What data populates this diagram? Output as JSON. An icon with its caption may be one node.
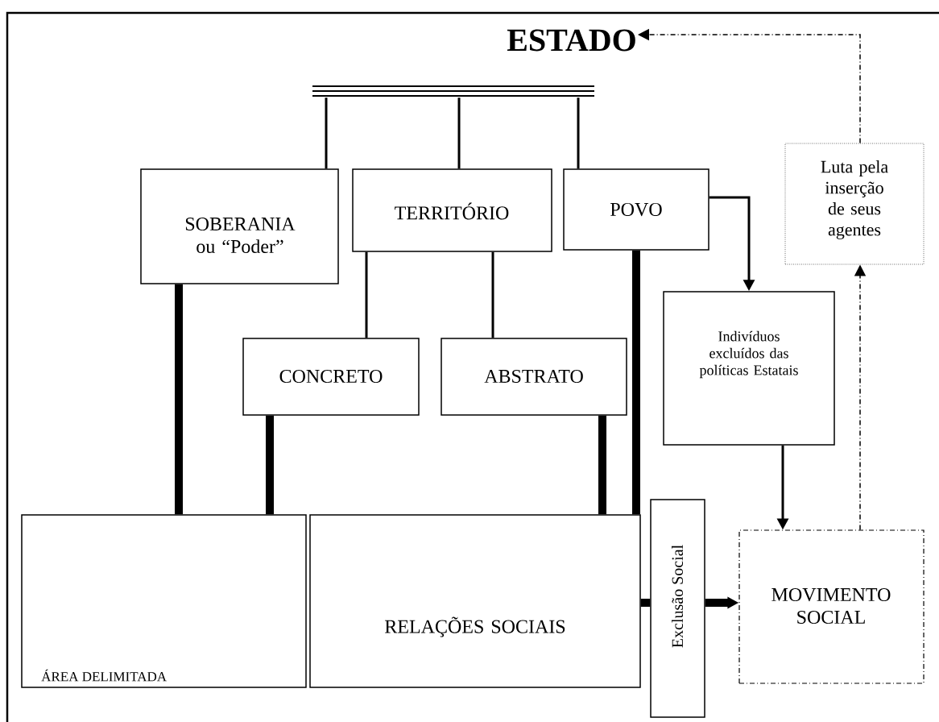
{
  "diagram": {
    "nodes": [
      {
        "text": [
          "ESTADO"
        ]
      },
      {
        "text": [],
        "shape": "bar"
      },
      {
        "text": [
          "SOBERANIA ou “Poder”"
        ]
      },
      {
        "text": [
          "TERRITÓRIO"
        ]
      },
      {
        "text": [
          "POVO"
        ]
      },
      {
        "text": [
          "Luta pela inserção de seus agentes"
        ]
      },
      {
        "text": [
          "Indivíduos excluídos das políticas Estatais"
        ]
      },
      {
        "text": [
          "CONCRETO"
        ]
      },
      {
        "text": [
          "ABSTRATO"
        ]
      },
      {
        "text": [
          "ÁREA DELIMITADA"
        ]
      },
      {
        "text": [
          "RELAÇÕES SOCIAIS"
        ]
      },
      {
        "text": [
          "Exclusão Social"
        ]
      },
      {
        "text": [
          "MOVIMENTO SOCIAL"
        ]
      }
    ],
    "edges": [
      {
        "from": 1,
        "to": 2,
        "arrow": "none"
      },
      {
        "from": 1,
        "to": 3,
        "arrow": "none"
      },
      {
        "from": 1,
        "to": 4,
        "arrow": "none"
      },
      {
        "from": 3,
        "to": 7,
        "arrow": "none"
      },
      {
        "from": 3,
        "to": 8,
        "arrow": "none"
      },
      {
        "from": 2,
        "to": 9,
        "arrow": "none",
        "style": "thick"
      },
      {
        "from": 7,
        "to": 9,
        "arrow": "none",
        "style": "thick"
      },
      {
        "from": 8,
        "to": 10,
        "arrow": "none",
        "style": "thick"
      },
      {
        "from": 4,
        "to": 10,
        "arrow": "none",
        "style": "thick"
      },
      {
        "from": 4,
        "to": 6,
        "arrow": "to"
      },
      {
        "from": 6,
        "to": 12,
        "arrow": "to"
      },
      {
        "from": 10,
        "to": 11,
        "arrow": "none",
        "style": "thick"
      },
      {
        "from": 11,
        "to": 12,
        "arrow": "to",
        "style": "thick"
      },
      {
        "from": 12,
        "to": 5,
        "arrow": "to",
        "style": "dashed"
      },
      {
        "from": 5,
        "to": 0,
        "arrow": "to",
        "style": "dashed"
      }
    ]
  }
}
